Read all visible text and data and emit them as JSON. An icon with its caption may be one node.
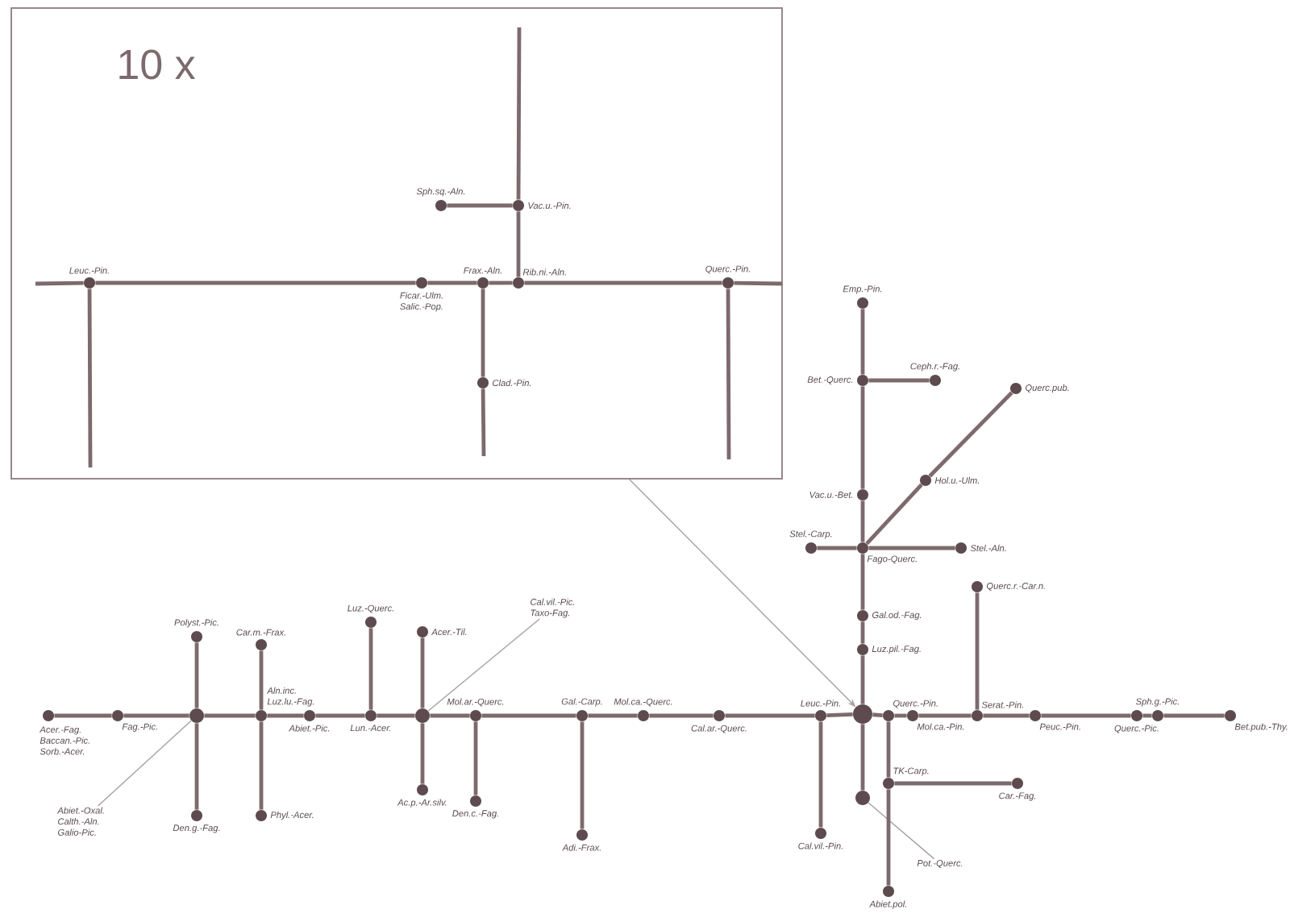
{
  "diagram": {
    "nodes": [
      {
        "text": [
          "10 x"
        ]
      },
      {
        "text": [
          "Leuc.-Pin."
        ],
        "in": 0
      },
      {
        "text": [
          "Ficar.-Ulm.",
          "Salic.-Pop."
        ],
        "in": 0
      },
      {
        "text": [
          "Frax.-Aln."
        ],
        "in": 0
      },
      {
        "text": [
          "Clad.-Pin."
        ],
        "in": 0
      },
      {
        "text": [
          "Rib.ni.-Aln."
        ],
        "in": 0
      },
      {
        "text": [
          "Vac.u.-Pin."
        ],
        "in": 0
      },
      {
        "text": [
          "Sph.sq.-Aln."
        ],
        "in": 0
      },
      {
        "text": [
          "Querc.-Pin."
        ],
        "in": 0
      },
      {
        "text": [
          "Acer.-Fag.",
          "Baccan.-Pic.",
          "Sorb.-Acer."
        ]
      },
      {
        "text": [
          "Fag.-Pic."
        ]
      },
      {
        "text": [],
        "shape": "circle"
      },
      {
        "text": [
          "Polyst.-Pic."
        ]
      },
      {
        "text": [
          "Den.g.-Fag."
        ]
      },
      {
        "text": [
          "Abiet.-Oxal.",
          "Calth.-Aln.",
          "Galio-Pic."
        ]
      },
      {
        "text": [
          "Aln.inc.",
          "Luz.lu.-Fag."
        ]
      },
      {
        "text": [
          "Car.m.-Frax."
        ]
      },
      {
        "text": [
          "Phyl.-Acer."
        ]
      },
      {
        "text": [
          "Abiet.-Pic."
        ]
      },
      {
        "text": [
          "Lun.-Acer."
        ]
      },
      {
        "text": [
          "Luz.-Querc."
        ]
      },
      {
        "text": [],
        "shape": "circle"
      },
      {
        "text": [
          "Acer.-Til."
        ]
      },
      {
        "text": [
          "Ac.p.-Ar.silv."
        ]
      },
      {
        "text": [
          "Cal.vil.-Pic.",
          "Taxo-Fag."
        ]
      },
      {
        "text": [
          "Mol.ar.-Querc."
        ]
      },
      {
        "text": [
          "Den.c.-Fag."
        ]
      },
      {
        "text": [
          "Gal.-Carp."
        ]
      },
      {
        "text": [
          "Adi.-Frax."
        ]
      },
      {
        "text": [
          "Mol.ca.-Querc."
        ]
      },
      {
        "text": [
          "Cal.ar.-Querc."
        ]
      },
      {
        "text": [
          "Leuc.-Pin."
        ]
      },
      {
        "text": [
          "Cal.vil.-Pin."
        ]
      },
      {
        "text": [],
        "shape": "circle"
      },
      {
        "text": [
          "Emp.-Pin."
        ]
      },
      {
        "text": [
          "Bet.-Querc."
        ]
      },
      {
        "text": [
          "Ceph.r.-Fag."
        ]
      },
      {
        "text": [
          "Vac.u.-Bet."
        ]
      },
      {
        "text": [
          "Fago-Querc."
        ]
      },
      {
        "text": [
          "Stel.-Carp."
        ]
      },
      {
        "text": [
          "Stel.-Aln."
        ]
      },
      {
        "text": [
          "Hol.u.-Ulm."
        ]
      },
      {
        "text": [
          "Querc.pub."
        ]
      },
      {
        "text": [
          "Gal.od.-Fag."
        ]
      },
      {
        "text": [
          "Luz.pil.-Fag."
        ]
      },
      {
        "text": [],
        "shape": "circle"
      },
      {
        "text": [
          "Pot.-Querc."
        ]
      },
      {
        "text": [
          "Querc.-Pin."
        ]
      },
      {
        "text": [
          "TK-Carp."
        ]
      },
      {
        "text": [
          "Car.-Fag."
        ]
      },
      {
        "text": [
          "Abiet.pol."
        ]
      },
      {
        "text": [
          "Mol.ca.-Pin."
        ]
      },
      {
        "text": [
          "Serat.-Pin."
        ]
      },
      {
        "text": [
          "Querc.r.-Car.n."
        ]
      },
      {
        "text": [
          "Peuc.-Pin."
        ]
      },
      {
        "text": [
          "Querc.-Pic."
        ]
      },
      {
        "text": [
          "Sph.g.-Pic."
        ]
      },
      {
        "text": [
          "Bet.pub.-Thy."
        ]
      }
    ],
    "edges": [
      {
        "from": null,
        "to": 1,
        "arrow": "none"
      },
      {
        "from": 1,
        "to": 2,
        "arrow": "none"
      },
      {
        "from": 2,
        "to": 3,
        "arrow": "none"
      },
      {
        "from": 3,
        "to": 5,
        "arrow": "none"
      },
      {
        "from": 5,
        "to": 8,
        "arrow": "none"
      },
      {
        "from": 8,
        "to": null,
        "arrow": "none"
      },
      {
        "from": 1,
        "to": null,
        "arrow": "none"
      },
      {
        "from": 3,
        "to": 4,
        "arrow": "none"
      },
      {
        "from": 4,
        "to": null,
        "arrow": "none"
      },
      {
        "from": 5,
        "to": 6,
        "arrow": "none"
      },
      {
        "from": 6,
        "to": null,
        "arrow": "none"
      },
      {
        "from": 6,
        "to": 7,
        "arrow": "none"
      },
      {
        "from": 8,
        "to": null,
        "arrow": "none"
      },
      {
        "from": 9,
        "to": 10,
        "arrow": "none"
      },
      {
        "from": 10,
        "to": 11,
        "arrow": "none"
      },
      {
        "from": 11,
        "to": 12,
        "arrow": "none"
      },
      {
        "from": 11,
        "to": 13,
        "arrow": "none"
      },
      {
        "from": 14,
        "to": 11,
        "arrow": "none",
        "color": "#a8a0a0"
      },
      {
        "from": 11,
        "to": 15,
        "arrow": "none"
      },
      {
        "from": 15,
        "to": 16,
        "arrow": "none"
      },
      {
        "from": 15,
        "to": 17,
        "arrow": "none"
      },
      {
        "from": 15,
        "to": 18,
        "arrow": "none"
      },
      {
        "from": 18,
        "to": 19,
        "arrow": "none"
      },
      {
        "from": 19,
        "to": 20,
        "arrow": "none"
      },
      {
        "from": 19,
        "to": 21,
        "arrow": "none"
      },
      {
        "from": 21,
        "to": 22,
        "arrow": "none"
      },
      {
        "from": 21,
        "to": 23,
        "arrow": "none"
      },
      {
        "from": 24,
        "to": 21,
        "arrow": "none",
        "color": "#a8a0a0"
      },
      {
        "from": 21,
        "to": 25,
        "arrow": "none"
      },
      {
        "from": 25,
        "to": 26,
        "arrow": "none"
      },
      {
        "from": 25,
        "to": 27,
        "arrow": "none"
      },
      {
        "from": 27,
        "to": 28,
        "arrow": "none"
      },
      {
        "from": 27,
        "to": 29,
        "arrow": "none"
      },
      {
        "from": 29,
        "to": 30,
        "arrow": "none"
      },
      {
        "from": 30,
        "to": 31,
        "arrow": "none"
      },
      {
        "from": 31,
        "to": 32,
        "arrow": "none"
      },
      {
        "from": 31,
        "to": 33,
        "arrow": "none"
      },
      {
        "from": 33,
        "to": 44,
        "arrow": "none"
      },
      {
        "from": 44,
        "to": 43,
        "arrow": "none"
      },
      {
        "from": 43,
        "to": 38,
        "arrow": "none"
      },
      {
        "from": 38,
        "to": 37,
        "arrow": "none"
      },
      {
        "from": 37,
        "to": 35,
        "arrow": "none"
      },
      {
        "from": 35,
        "to": 34,
        "arrow": "none"
      },
      {
        "from": 35,
        "to": 36,
        "arrow": "none"
      },
      {
        "from": 38,
        "to": 39,
        "arrow": "none"
      },
      {
        "from": 38,
        "to": 40,
        "arrow": "none"
      },
      {
        "from": 38,
        "to": 41,
        "arrow": "none"
      },
      {
        "from": 41,
        "to": 42,
        "arrow": "none"
      },
      {
        "from": 33,
        "to": 45,
        "arrow": "none"
      },
      {
        "from": 46,
        "to": 45,
        "arrow": "none",
        "color": "#a8a0a0"
      },
      {
        "from": 33,
        "to": 47,
        "arrow": "none"
      },
      {
        "from": 47,
        "to": 48,
        "arrow": "none"
      },
      {
        "from": 48,
        "to": 49,
        "arrow": "none"
      },
      {
        "from": 48,
        "to": 50,
        "arrow": "none"
      },
      {
        "from": 47,
        "to": 51,
        "arrow": "none"
      },
      {
        "from": 51,
        "to": 52,
        "arrow": "none"
      },
      {
        "from": 52,
        "to": 53,
        "arrow": "none"
      },
      {
        "from": 52,
        "to": 54,
        "arrow": "none"
      },
      {
        "from": 54,
        "to": 55,
        "arrow": "none"
      },
      {
        "from": 55,
        "to": 56,
        "arrow": "none"
      },
      {
        "from": 56,
        "to": 57,
        "arrow": "none"
      },
      {
        "from": 0,
        "to": 33,
        "arrow": "to",
        "color": "#a8a0a0"
      }
    ]
  }
}
